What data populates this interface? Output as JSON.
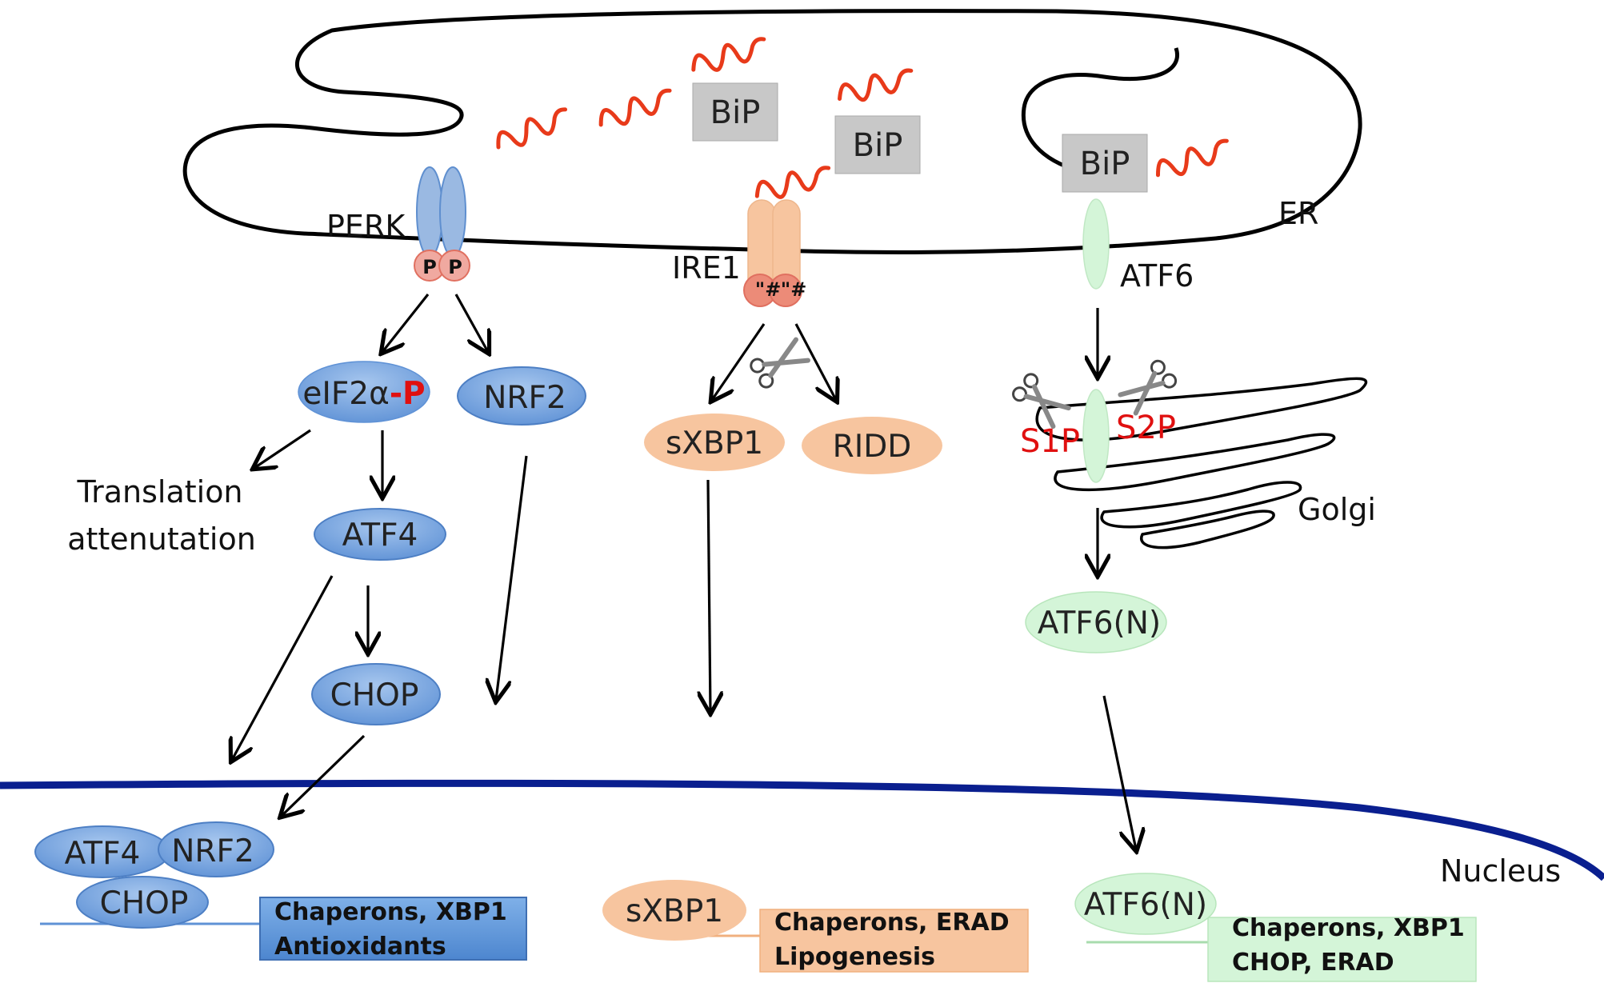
{
  "labels": {
    "er": "ER",
    "golgi": "Golgi",
    "nucleus": "Nucleus",
    "translation_attenuation_line1": "Translation",
    "translation_attenuation_line2": "attenutation"
  },
  "bip": [
    "BiP",
    "BiP",
    "BiP"
  ],
  "perk": {
    "name": "PERK",
    "phospho": "P"
  },
  "ire1": {
    "name": "IRE1",
    "residue_left": "\"#",
    "residue_right": "\"#"
  },
  "atf6": {
    "name": "ATF6",
    "s1p": "S1P",
    "s2p": "S2P"
  },
  "cytoplasm": {
    "eif2a": "eIF2α",
    "eif2a_phospho": "-P",
    "nrf2": "NRF2",
    "atf4": "ATF4",
    "chop": "CHOP",
    "sxbp1": "sXBP1",
    "ridd": "RIDD",
    "atf6n": "ATF6(N)"
  },
  "nucleus_left": {
    "atf4": "ATF4",
    "nrf2": "NRF2",
    "chop": "CHOP",
    "targets_line1": "Chaperons, XBP1",
    "targets_line2": "Antioxidants"
  },
  "nucleus_middle": {
    "sxbp1": "sXBP1",
    "targets_line1": "Chaperons, ERAD",
    "targets_line2": "Lipogenesis"
  },
  "nucleus_right": {
    "atf6n": "ATF6(N)",
    "targets_line1": "Chaperons, XBP1",
    "targets_line2": "CHOP, ERAD"
  },
  "colors": {
    "perk_branch": "#6fa0dc",
    "ire1_branch": "#f7c59f",
    "atf6_branch": "#d4f5d8",
    "nuclear_membrane": "#0a1f8f",
    "misfolded_protein": "#e83a1a",
    "bip": "#c8c8c8",
    "red_text": "#e01010"
  }
}
